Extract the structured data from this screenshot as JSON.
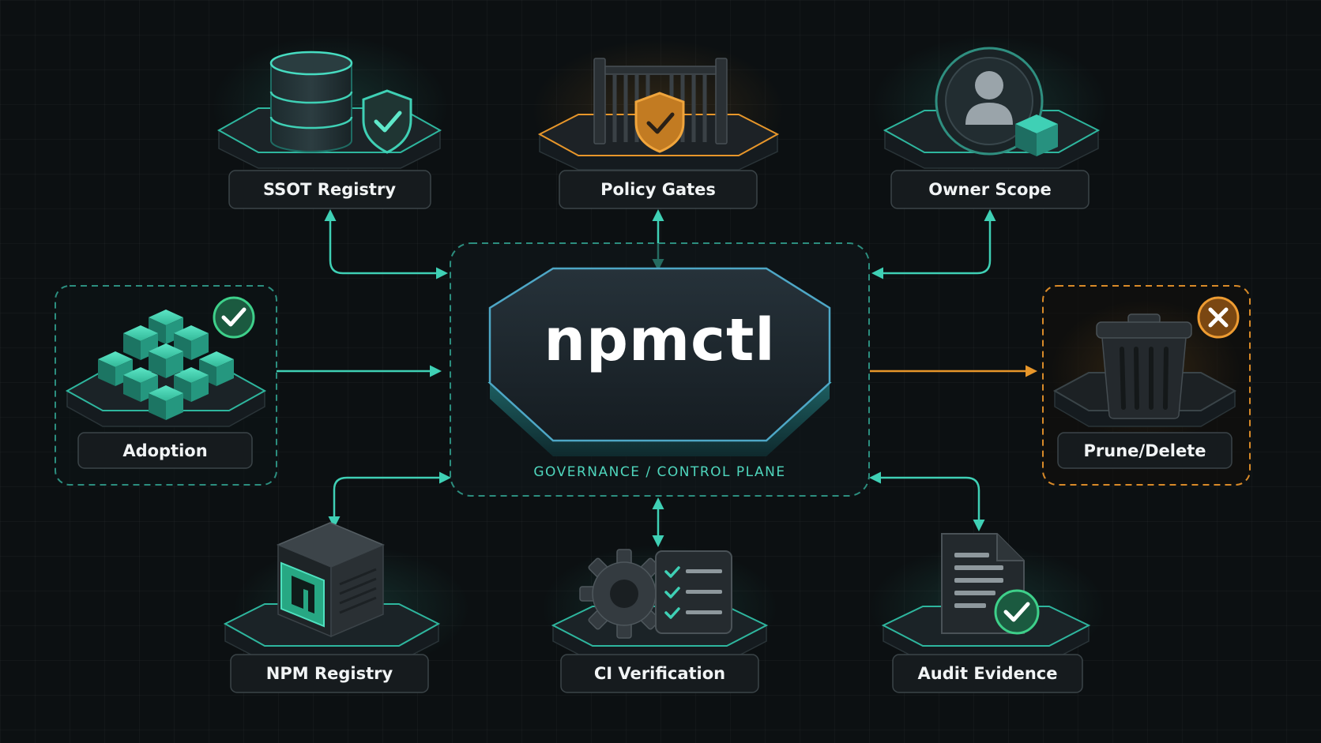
{
  "core": {
    "title": "npmctl",
    "subtitle": "GOVERNANCE / CONTROL PLANE"
  },
  "nodes": {
    "ssot": {
      "label": "SSOT Registry",
      "icon": "database-shield-icon"
    },
    "policy": {
      "label": "Policy Gates",
      "icon": "gate-shield-icon"
    },
    "owner": {
      "label": "Owner Scope",
      "icon": "user-cube-icon"
    },
    "adoption": {
      "label": "Adoption",
      "icon": "cube-stack-icon",
      "status": "check"
    },
    "prune": {
      "label": "Prune/Delete",
      "icon": "trash-icon",
      "status": "cross"
    },
    "npm": {
      "label": "NPM Registry",
      "icon": "npm-box-icon"
    },
    "ci": {
      "label": "CI Verification",
      "icon": "gear-checklist-icon"
    },
    "audit": {
      "label": "Audit Evidence",
      "icon": "document-check-icon"
    }
  },
  "colors": {
    "background": "#0c1012",
    "accent_teal": "#3fd0b5",
    "accent_orange": "#e7962a",
    "label_bg": "#161b1e",
    "text": "#f1f4f5"
  }
}
